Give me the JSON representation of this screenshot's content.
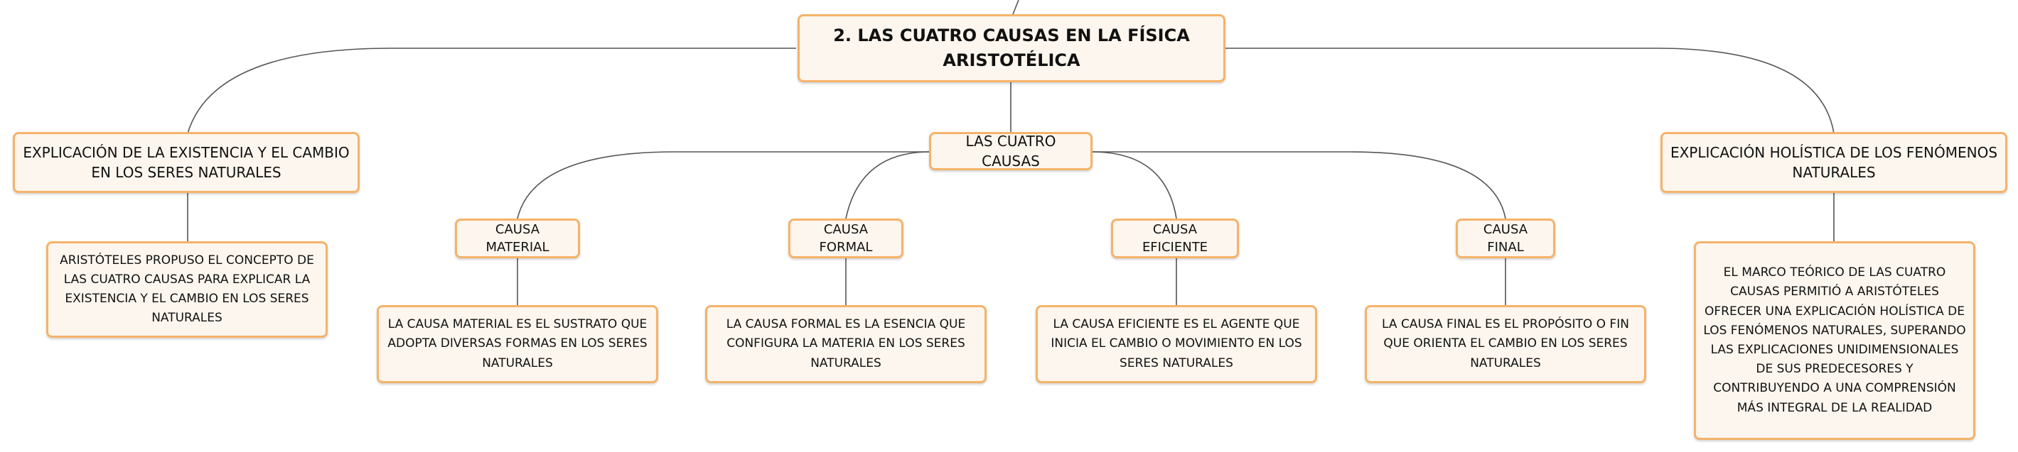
{
  "root": {
    "title": "2. LAS CUATRO CAUSAS EN LA FÍSICA ARISTOTÉLICA"
  },
  "left_branch": {
    "title": "EXPLICACIÓN DE LA EXISTENCIA Y EL CAMBIO EN LOS SERES NATURALES",
    "detail": "ARISTÓTELES PROPUSO EL CONCEPTO DE LAS CUATRO CAUSAS PARA EXPLICAR LA EXISTENCIA Y EL CAMBIO EN LOS SERES NATURALES"
  },
  "center_branch": {
    "title": "LAS CUATRO CAUSAS",
    "causes": [
      {
        "title": "CAUSA MATERIAL",
        "detail": "LA CAUSA MATERIAL ES EL SUSTRATO QUE ADOPTA DIVERSAS FORMAS EN LOS SERES NATURALES"
      },
      {
        "title": "CAUSA FORMAL",
        "detail": "LA CAUSA FORMAL ES LA ESENCIA QUE CONFIGURA LA MATERIA EN LOS SERES NATURALES"
      },
      {
        "title": "CAUSA EFICIENTE",
        "detail": "LA CAUSA EFICIENTE ES EL AGENTE QUE INICIA EL CAMBIO O MOVIMIENTO EN LOS SERES NATURALES"
      },
      {
        "title": "CAUSA FINAL",
        "detail": "LA CAUSA FINAL ES EL PROPÓSITO O FIN QUE ORIENTA EL CAMBIO EN LOS SERES NATURALES"
      }
    ]
  },
  "right_branch": {
    "title": "EXPLICACIÓN HOLÍSTICA DE LOS FENÓMENOS NATURALES",
    "detail": "EL MARCO TEÓRICO DE LAS CUATRO CAUSAS PERMITIÓ A ARISTÓTELES OFRECER UNA EXPLICACIÓN HOLÍSTICA DE LOS FENÓMENOS NATURALES, SUPERANDO LAS EXPLICACIONES UNIDIMENSIONALES DE SUS PREDECESORES Y CONTRIBUYENDO A UNA COMPRENSIÓN MÁS INTEGRAL DE LA REALIDAD"
  },
  "colors": {
    "node_fill": "#fdf6ee",
    "node_border": "#f5b36a",
    "connector": "#555555"
  }
}
